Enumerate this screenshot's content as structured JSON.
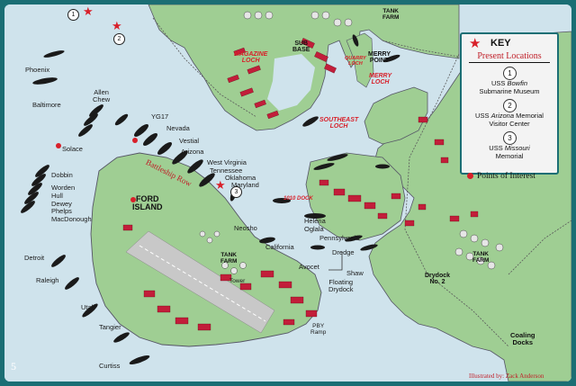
{
  "key": {
    "title": "KEY",
    "subtitle": "Present Locations",
    "items": [
      {
        "number": "1",
        "line1_a": "USS ",
        "line1_b": "Bowfin",
        "line2": "Submarine Museum"
      },
      {
        "number": "2",
        "line1_a": "USS ",
        "line1_b": "Arizona",
        "line1_c": " Memorial",
        "line2": "Visitor Center"
      },
      {
        "number": "3",
        "line1_a": "USS ",
        "line1_b": "Missouri",
        "line2": "Memorial"
      }
    ]
  },
  "points_of_interest_label": "Points of Interest",
  "page_number": "5",
  "credit": "Illustrated by: Zack Anderson",
  "battleship_row": "Battleship Row",
  "markers": {
    "m1": "1",
    "m2": "2",
    "m3": "3"
  },
  "area_labels": {
    "tank_farm_top": "TANK\nFARM",
    "sub_base": "SUB\nBASE",
    "merry_point": "MERRY\nPOINT",
    "magazine_loch": "MAGAZINE\nLOCH",
    "quarry_loch": "QUARRY\nLOCH",
    "merry_loch": "MERRY\nLOCH",
    "southeast_loch": "SOUTHEAST\nLOCH",
    "ten_ten_dock": "1010 DOCK",
    "ford_island": "FORD\nISLAND",
    "tank_farm_island": "TANK\nFARM",
    "tower": "Tower",
    "tank_farm_right": "TANK\nFARM",
    "drydock_2": "Drydock\nNo. 2",
    "coaling_docks": "Coaling\nDocks",
    "pby_ramp": "PBY\nRamp"
  },
  "ship_labels": {
    "phoenix": "Phoenix",
    "allen_chew": "Allen\nChew",
    "baltimore": "Baltimore",
    "yg17": "YG17",
    "nevada": "Nevada",
    "solace": "Solace",
    "vestial": "Vestial",
    "arizona": "Arizona",
    "west_virginia": "West Virginia",
    "tennessee": "Tennessee",
    "oklahoma": "Oklahoma",
    "maryland": "Maryland",
    "dobbin": "Dobbin",
    "worden": "Worden",
    "hull": "Hull",
    "dewey": "Dewey",
    "phelps": "Phelps",
    "macdonough": "MacDonough",
    "neosho": "Neosho",
    "helena": "Helena",
    "oglala": "Oglala",
    "pennsylvania": "Pennsylvania",
    "california": "California",
    "dredge": "Dredge",
    "avocet": "Avocet",
    "shaw": "Shaw",
    "floating_drydock": "Floating\nDrydock",
    "detroit": "Detroit",
    "raleigh": "Raleigh",
    "utah": "Utah",
    "tangier": "Tangier",
    "curtiss": "Curtiss"
  },
  "colors": {
    "water": "#cfe3ec",
    "land": "#9fce93",
    "frame": "#1b6e74",
    "building": "#c21e3a",
    "ship": "#1a1a1a",
    "marker": "#d8202a"
  }
}
